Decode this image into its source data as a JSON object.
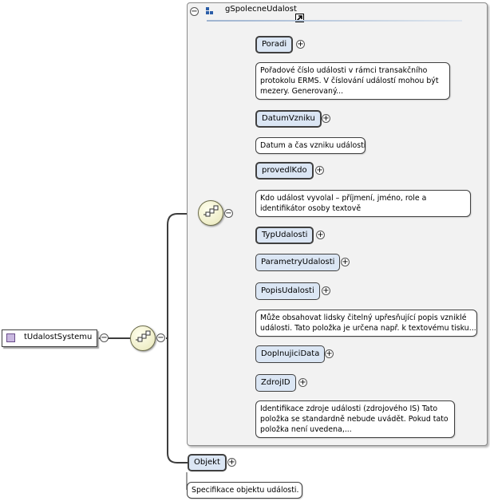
{
  "root": {
    "label": "tUdalostSystemu"
  },
  "group": {
    "title": "gSpolecneUdalost"
  },
  "elements": [
    {
      "name": "Poradi",
      "note": [
        "Pořadové číslo události v rámci transakčního",
        "protokolu ERMS. V číslování událostí mohou být",
        "mezery. Generovaný..."
      ]
    },
    {
      "name": "DatumVzniku",
      "note": [
        "Datum a čas vzniku události"
      ]
    },
    {
      "name": "provedlKdo",
      "note": [
        "Kdo událost vyvolal – příjmení, jméno, role a",
        "identifikátor osoby textově"
      ]
    },
    {
      "name": "TypUdalosti"
    },
    {
      "name": "ParametryUdalosti"
    },
    {
      "name": "PopisUdalosti",
      "note": [
        "Může obsahovat lidsky čitelný upřesňující popis vzniklé",
        "události. Tato položka je určena např. k textovému tisku..."
      ]
    },
    {
      "name": "DoplnujiciData"
    },
    {
      "name": "ZdrojID",
      "note": [
        "Identifikace zdroje události (zdrojového IS) Tato",
        "položka se standardně nebude uvádět. Pokud tato",
        "položka není uvedena,..."
      ]
    }
  ],
  "objekt": {
    "name": "Objekt",
    "note": [
      "Specifikace objektu události."
    ]
  },
  "colors": {
    "node_fill": "#dbe6f4",
    "group_fill": "#f2f2f2",
    "seq_fill": "#f4f2cc",
    "line": "#4a4a4a"
  }
}
